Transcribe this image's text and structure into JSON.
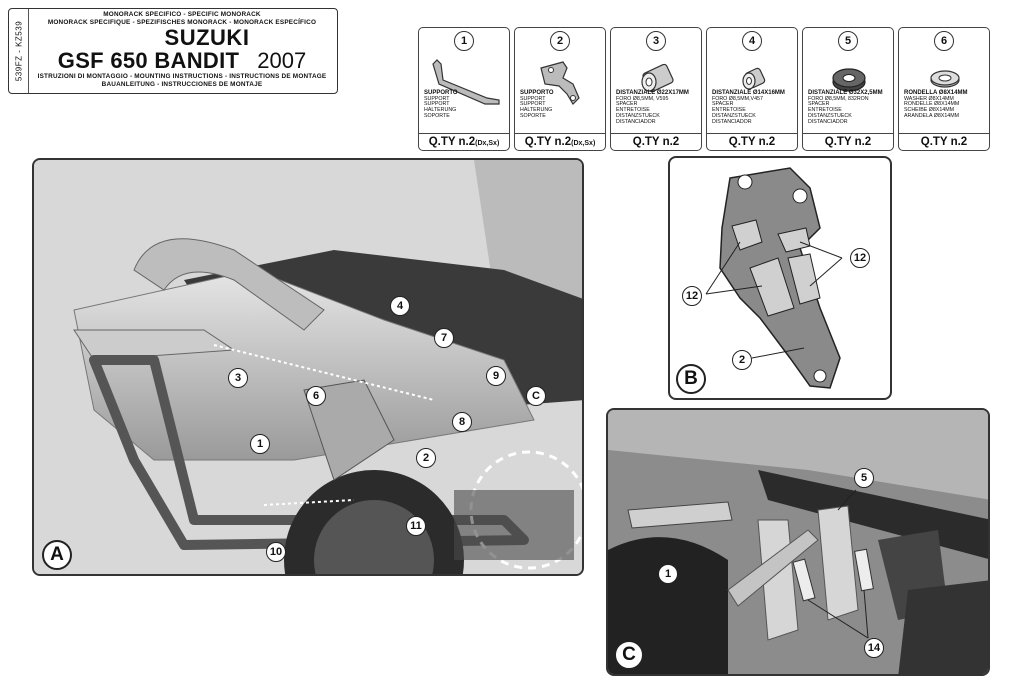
{
  "title_block": {
    "code": "539FZ - KZ539",
    "lines": [
      "MONORACK SPECIFICO  -  SPECIFIC MONORACK",
      "MONORACK SPECIFIQUE - SPEZIFISCHES MONORACK - MONORACK ESPECÍFICO"
    ],
    "brand": "SUZUKI",
    "model": "GSF 650 BANDIT",
    "year": "2007",
    "instructions": [
      "ISTRUZIONI DI MONTAGGIO  -  MOUNTING INSTRUCTIONS - INSTRUCTIONS DE MONTAGE",
      "BAUANLEITUNG - INSTRUCCIONES DE MONTAJE"
    ]
  },
  "parts": [
    {
      "num": "1",
      "icon": "support-bar",
      "lead": "SUPPORTO",
      "lines": [
        "SUPPORT",
        "SUPPORT",
        "HALTERUNG",
        "SOPORTE"
      ],
      "qty": "Q.TY n.2",
      "qty_note": "(Dx,Sx)"
    },
    {
      "num": "2",
      "icon": "support-bracket",
      "lead": "SUPPORTO",
      "lines": [
        "SUPPORT",
        "SUPPORT",
        "HALTERUNG",
        "SOPORTE"
      ],
      "qty": "Q.TY n.2",
      "qty_note": "(Dx,Sx)"
    },
    {
      "num": "3",
      "icon": "spacer-long",
      "lead": "DISTANZIALE Ø22x17mm",
      "lines": [
        "Foro Ø8,5mm, V595",
        "SPACER",
        "ENTRETOISE",
        "DISTANZSTUECK",
        "DISTANCIADOR"
      ],
      "qty": "Q.TY n.2",
      "qty_note": ""
    },
    {
      "num": "4",
      "icon": "spacer-short",
      "lead": "DISTANZIALE Ø14x16mm",
      "lines": [
        "Foro Ø8,5mm,V457",
        "SPACER",
        "ENTRETOISE",
        "DISTANZSTUECK",
        "DISTANCIADOR"
      ],
      "qty": "Q.TY n.2",
      "qty_note": ""
    },
    {
      "num": "5",
      "icon": "rubber-spacer",
      "lead": "DISTANZIALE Ø32x2,5mm",
      "lines": [
        "Foro Ø8,5mm, 832RON",
        "SPACER",
        "ENTRETOISE",
        "DISTANZSTUECK",
        "DISTANCIADOR"
      ],
      "qty": "Q.TY n.2",
      "qty_note": ""
    },
    {
      "num": "6",
      "icon": "washer",
      "lead": "RONDELLA Ø8x14mm",
      "lines": [
        "WASHER Ø8x14mm",
        "RONDELLE Ø8x14mm",
        "SCHEIBE Ø8x14mm",
        "ARANDELA Ø8x14mm"
      ],
      "qty": "Q.TY n.2",
      "qty_note": ""
    }
  ],
  "panel_a": {
    "letter": "A",
    "callouts": [
      "1",
      "2",
      "3",
      "4",
      "6",
      "7",
      "8",
      "9",
      "10",
      "11",
      "C"
    ]
  },
  "panel_b": {
    "letter": "B",
    "callouts": [
      "12",
      "12",
      "2"
    ]
  },
  "panel_c": {
    "letter": "C",
    "callouts": [
      "1",
      "5",
      "14"
    ]
  }
}
